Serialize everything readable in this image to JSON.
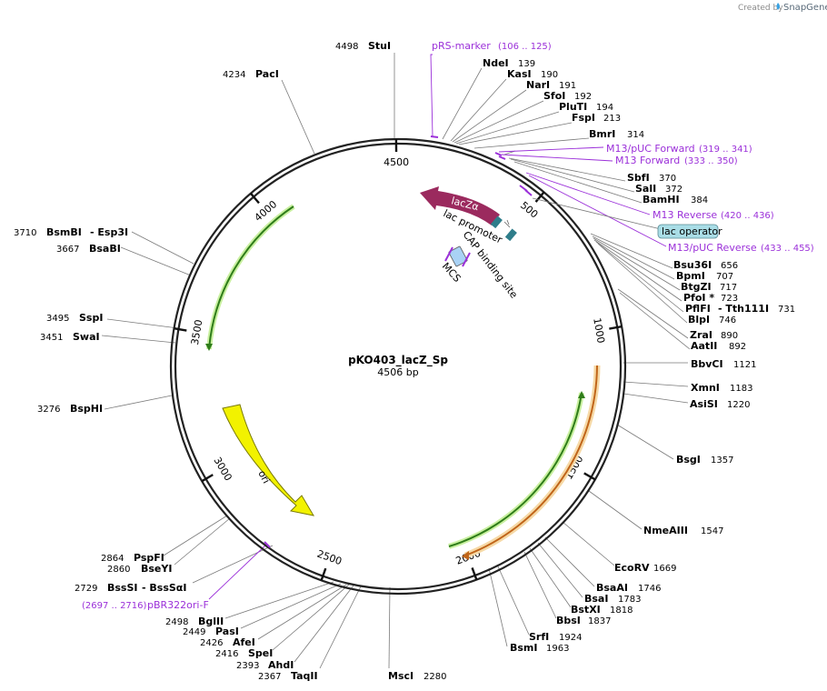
{
  "credit": {
    "prefix": "Created by",
    "brand": "SnapGene"
  },
  "plasmid": {
    "name": "pKO403_lacZ_Sp",
    "size_label": "4506 bp",
    "length": 4506
  },
  "ticks": [
    "500",
    "1000",
    "1500",
    "2000",
    "2500",
    "3000",
    "3500",
    "4000",
    "4500"
  ],
  "enzymes": [
    {
      "name": "StuI",
      "pos": "4498"
    },
    {
      "name": "PacI",
      "pos": "4234"
    },
    {
      "name": "NdeI",
      "pos": "139"
    },
    {
      "name": "KasI",
      "pos": "190"
    },
    {
      "name": "NarI",
      "pos": "191"
    },
    {
      "name": "SfoI",
      "pos": "192"
    },
    {
      "name": "PluTI",
      "pos": "194"
    },
    {
      "name": "FspI",
      "pos": "213"
    },
    {
      "name": "BmrI",
      "pos": "314"
    },
    {
      "name": "SbfI",
      "pos": "370"
    },
    {
      "name": "SalI",
      "pos": "372"
    },
    {
      "name": "BamHI",
      "pos": "384"
    },
    {
      "name": "Bsu36I",
      "pos": "656"
    },
    {
      "name": "BpmI",
      "pos": "707"
    },
    {
      "name": "BtgZI",
      "pos": "717"
    },
    {
      "name": "PfoI *",
      "pos": "723"
    },
    {
      "name": "PflFI",
      "name2": "- Tth111I",
      "pos": "731"
    },
    {
      "name": "BlpI",
      "pos": "746"
    },
    {
      "name": "ZraI",
      "pos": "890"
    },
    {
      "name": "AatII",
      "pos": "892"
    },
    {
      "name": "BbvCI",
      "pos": "1121"
    },
    {
      "name": "XmnI",
      "pos": "1183"
    },
    {
      "name": "AsiSI",
      "pos": "1220"
    },
    {
      "name": "BsgI",
      "pos": "1357"
    },
    {
      "name": "NmeAIII",
      "pos": "1547"
    },
    {
      "name": "EcoRV",
      "pos": "1669"
    },
    {
      "name": "BsaAI",
      "pos": "1746"
    },
    {
      "name": "BsaI",
      "pos": "1783"
    },
    {
      "name": "BstXI",
      "pos": "1818"
    },
    {
      "name": "BbsI",
      "pos": "1837"
    },
    {
      "name": "SrfI",
      "pos": "1924"
    },
    {
      "name": "BsmI",
      "pos": "1963"
    },
    {
      "name": "MscI",
      "pos": "2280"
    },
    {
      "name": "TaqII",
      "pos": "2367"
    },
    {
      "name": "AhdI",
      "pos": "2393"
    },
    {
      "name": "SpeI",
      "pos": "2416"
    },
    {
      "name": "AfeI",
      "pos": "2426"
    },
    {
      "name": "PasI",
      "pos": "2449"
    },
    {
      "name": "BglII",
      "pos": "2498"
    },
    {
      "name": "BssSI",
      "name2": "- BssSαI",
      "pos": "2729"
    },
    {
      "name": "BseYI",
      "pos": "2860"
    },
    {
      "name": "PspFI",
      "pos": "2864"
    },
    {
      "name": "SwaI",
      "pos": "3451"
    },
    {
      "name": "SspI",
      "pos": "3495"
    },
    {
      "name": "BspHI",
      "pos": "3276"
    },
    {
      "name": "BsaBI",
      "pos": "3667"
    },
    {
      "name": "BsmBI",
      "name2": "- Esp3I",
      "pos": "3710"
    }
  ],
  "primers": [
    {
      "name": "pRS-marker",
      "range": "(106 .. 125)"
    },
    {
      "name": "M13/pUC Forward",
      "range": "(319 .. 341)"
    },
    {
      "name": "M13 Forward",
      "range": "(333 .. 350)"
    },
    {
      "name": "M13 Reverse",
      "range": "(420 .. 436)"
    },
    {
      "name": "M13/pUC Reverse",
      "range": "(433 .. 455)"
    },
    {
      "name": "pBR322ori-F",
      "range": "(2697 .. 2716)"
    }
  ],
  "features": {
    "lacZa": "lacZα",
    "lac_promoter": "lac promoter",
    "cap_site": "CAP binding site",
    "mcs": "MCS",
    "lac_operator": "lac operator",
    "ori": "ori"
  },
  "colors": {
    "backbone": "#222222",
    "lacZ": "#9b2a5e",
    "ori": "#f2f200",
    "primer": "#9b30d9",
    "green_arrow": "#2f7d1a",
    "orange_arrow": "#c0651a",
    "operator": "#a9dde6",
    "promoter": "#2e7d8a"
  }
}
